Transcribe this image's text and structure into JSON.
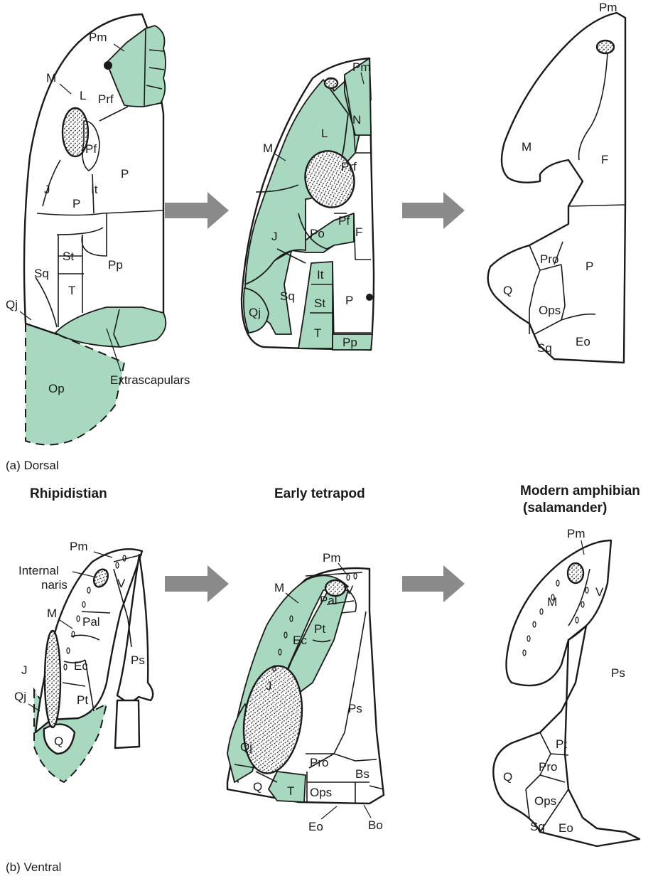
{
  "colors": {
    "highlight": "#a8d8bd",
    "arrow": "#8a8a8a",
    "outline": "#1a1a1a"
  },
  "section_labels": {
    "dorsal": "(a) Dorsal",
    "ventral": "(b) Ventral"
  },
  "column_titles": {
    "rhipidistian": "Rhipidistian",
    "early_tetrapod": "Early tetrapod",
    "modern_line1": "Modern amphibian",
    "modern_line2": "(salamander)"
  },
  "dorsal": {
    "rhipidistian": {
      "pm": "Pm",
      "m": "M",
      "l": "L",
      "prf": "Prf",
      "pf": "Pf",
      "j": "J",
      "p_small": "P",
      "it": "It",
      "p": "P",
      "st": "St",
      "sq": "Sq",
      "t": "T",
      "pp": "Pp",
      "qj": "Qj",
      "op": "Op",
      "extrascapulars": "Extrascapulars"
    },
    "early_tetrapod": {
      "pm": "Pm",
      "m": "M",
      "n": "N",
      "l": "L",
      "prf": "Prf",
      "pf": "Pf",
      "j": "J",
      "po": "Po",
      "f": "F",
      "sq": "Sq",
      "it": "It",
      "st": "St",
      "p": "P",
      "qj": "Qj",
      "t": "T",
      "pp": "Pp"
    },
    "modern": {
      "pm": "Pm",
      "m": "M",
      "f": "F",
      "pro": "Pro",
      "p": "P",
      "q": "Q",
      "ops": "Ops",
      "sq": "Sq",
      "eo": "Eo"
    }
  },
  "ventral": {
    "rhipidistian": {
      "pm": "Pm",
      "internal_naris_1": "Internal",
      "internal_naris_2": "naris",
      "v": "V",
      "m": "M",
      "pal": "Pal",
      "ec": "Ec",
      "ps": "Ps",
      "j": "J",
      "qj": "Qj",
      "pt": "Pt",
      "q": "Q"
    },
    "early_tetrapod": {
      "pm": "Pm",
      "m": "M",
      "pal": "Pal",
      "v": "V",
      "ec": "Ec",
      "pt": "Pt",
      "j": "J",
      "ps": "Ps",
      "qj": "Qj",
      "pro": "Pro",
      "q": "Q",
      "t": "T",
      "bs": "Bs",
      "ops": "Ops",
      "eo": "Eo",
      "bo": "Bo"
    },
    "modern": {
      "pm": "Pm",
      "v": "V",
      "m": "M",
      "ps": "Ps",
      "pt": "Pt",
      "pro": "Pro",
      "q": "Q",
      "ops": "Ops",
      "sq": "Sq",
      "eo": "Eo"
    }
  }
}
